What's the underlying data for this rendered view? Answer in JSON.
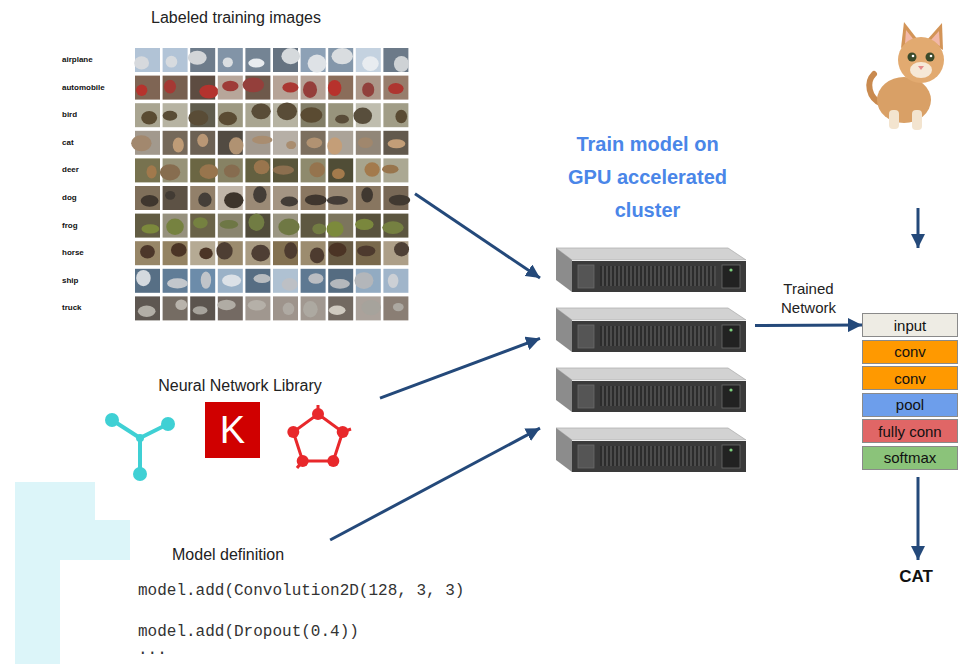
{
  "diagram": {
    "nodes": [
      {
        "text": [
          "Labeled training images",
          "airplane",
          "automobile",
          "bird",
          "cat",
          "deer",
          "dog",
          "frog",
          "horse",
          "ship",
          "truck"
        ]
      },
      {
        "text": [
          "Neural Network Library"
        ]
      },
      {
        "text": [
          "K"
        ],
        "in": 1
      },
      {
        "text": [
          "Model definition",
          "model.add(Convolution2D(128, 3, 3)",
          "model.add(Dropout(0.4))",
          "..."
        ]
      },
      {
        "text": [
          "Train model on GPU accelerated cluster"
        ]
      },
      {
        "text": [
          "input"
        ]
      },
      {
        "text": [
          "conv"
        ]
      },
      {
        "text": [
          "conv"
        ]
      },
      {
        "text": [
          "pool"
        ]
      },
      {
        "text": [
          "fully conn"
        ]
      },
      {
        "text": [
          "softmax"
        ]
      }
    ],
    "edges": [
      {
        "from": 0,
        "to": 4,
        "arrow": "to"
      },
      {
        "from": 1,
        "to": 4,
        "arrow": "to"
      },
      {
        "from": 3,
        "to": 4,
        "arrow": "to"
      },
      {
        "from": 4,
        "to": 5,
        "label": "Trained Network",
        "arrow": "to"
      }
    ],
    "labels": [
      "CAT"
    ]
  }
}
